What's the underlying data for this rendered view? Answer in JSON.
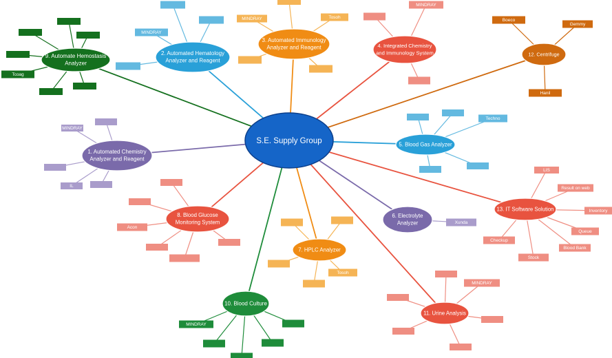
{
  "colors": {
    "center": "#1565c8",
    "blue": "#29a0d8",
    "blue_leaf": "#63b9e0",
    "orange": "#f08c14",
    "orange_leaf": "#f5b455",
    "red": "#e8533f",
    "red_leaf": "#ef8e82",
    "darkorange": "#cf6a0f",
    "purple": "#7a6aaa",
    "purple_leaf": "#a99ccb",
    "green": "#1e8c3a",
    "darkgreen": "#14701e"
  },
  "center": {
    "label": "S.E. Supply Group"
  },
  "branches": [
    {
      "id": "b9",
      "line1": "9. Automate Hemostasis",
      "line2": "Analyzer",
      "color": "darkgreen",
      "leaves": [
        "",
        "",
        "",
        "",
        "Tcoag",
        "",
        "",
        ""
      ]
    },
    {
      "id": "b2",
      "line1": "2. Automated Hematology",
      "line2": "Analyzer and Reagent",
      "color": "blue",
      "leaves": [
        "",
        "",
        "MINDRAY",
        ""
      ]
    },
    {
      "id": "b3",
      "line1": "3. Automated Immunology",
      "line2": "Analyzer and Reagent",
      "color": "orange",
      "leaves": [
        "MINDRAY",
        "",
        "Tosoh",
        "",
        ""
      ]
    },
    {
      "id": "b4",
      "line1": "4. Integrated Chemistry",
      "line2": "and Immunology System",
      "color": "red",
      "leaves": [
        "",
        "MINDRAY",
        ""
      ]
    },
    {
      "id": "b12",
      "line1": "12. Centrifuge",
      "line2": "",
      "color": "darkorange",
      "leaves": [
        "Boeco",
        "Gemmy",
        "Hanil"
      ]
    },
    {
      "id": "b1",
      "line1": "1. Automated Chemistry",
      "line2": "Analyzer and Reagent",
      "color": "purple",
      "leaves": [
        "MINDRAY",
        "",
        "",
        "IL",
        ""
      ]
    },
    {
      "id": "b5",
      "line1": "5. Blood Gas Analyzer",
      "line2": "",
      "color": "blue",
      "leaves": [
        "",
        "",
        "Techno",
        "",
        ""
      ]
    },
    {
      "id": "b8",
      "line1": "8. Blood Glucose",
      "line2": "Monitoring System",
      "color": "red",
      "leaves": [
        "",
        "",
        "Acon",
        "",
        "",
        ""
      ]
    },
    {
      "id": "b6",
      "line1": "6. Electrolyte",
      "line2": "Analyzer",
      "color": "purple",
      "leaves": [
        "Xunda"
      ]
    },
    {
      "id": "b13",
      "line1": "13. IT Software Solution",
      "line2": "",
      "color": "red",
      "leaves": [
        "LIS",
        "Result on web",
        "Inventory",
        "Queue",
        "Blood Bank",
        "Stock",
        "Checkup"
      ]
    },
    {
      "id": "b7",
      "line1": "7. HPLC Analyzer",
      "line2": "",
      "color": "orange",
      "leaves": [
        "",
        "",
        "",
        "Tosoh",
        ""
      ]
    },
    {
      "id": "b10",
      "line1": "10. Blood Culture",
      "line2": "",
      "color": "green",
      "leaves": [
        "MINDRAY",
        "",
        "",
        "",
        ""
      ]
    },
    {
      "id": "b11",
      "line1": "11. Urine Analysis",
      "line2": "",
      "color": "red",
      "leaves": [
        "",
        "",
        "MINDRAY",
        "",
        "",
        ""
      ]
    }
  ]
}
